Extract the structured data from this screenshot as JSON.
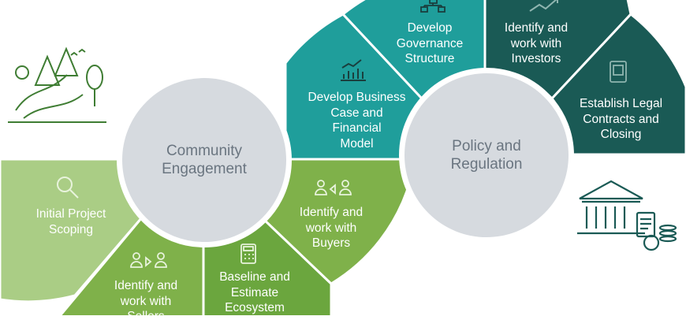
{
  "hubs": {
    "community": "Community\nEngagement",
    "policy": "Policy and\nRegulation"
  },
  "segments": {
    "initial_scoping": "Initial Project\nScoping",
    "work_sellers": "Identify and\nwork with\nSellers",
    "baseline": "Baseline and\nEstimate\nEcosystem\nServices",
    "work_buyers": "Identify and\nwork with\nBuyers",
    "business_case": "Develop Business\nCase and\nFinancial\nModel",
    "governance": "Develop\nGovernance\nStructure",
    "work_investors": "Identify and\nwork with\nInvestors",
    "legal_contracts": "Establish Legal\nContracts and\nClosing"
  },
  "colors": {
    "light_green": "#aacd85",
    "mid_green": "#7fb14a",
    "green": "#6ba63e",
    "teal": "#1f9e9b",
    "dark_teal": "#1a5a55",
    "dark_green_icon": "#3f7d33",
    "hub_fill": "#d6dadf",
    "hub_text": "#6a7580"
  },
  "icons": [
    "landscape-icon",
    "magnifier-icon",
    "people-exchange-icon",
    "calculator-icon",
    "people-exchange-icon",
    "bar-chart-icon",
    "org-chart-icon",
    "trend-chart-icon",
    "document-icon",
    "bank-building-icon"
  ]
}
